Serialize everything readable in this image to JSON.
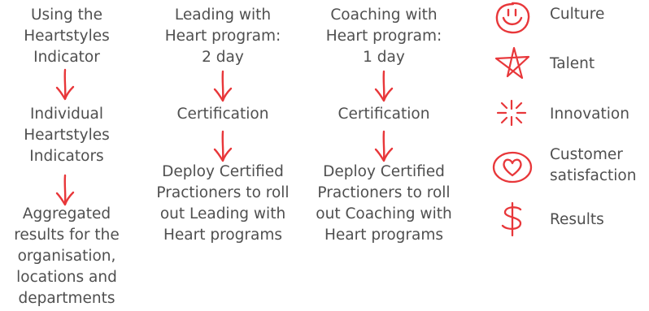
{
  "columns": [
    {
      "steps": [
        [
          "Using the",
          "Heartstyles",
          "Indicator"
        ],
        [
          "Individual",
          "Heartstyles",
          "Indicators"
        ],
        [
          "Aggregated",
          "results for the",
          "organisation,",
          "locations and",
          "departments"
        ]
      ]
    },
    {
      "steps": [
        [
          "Leading with",
          "Heart program:",
          "2 day"
        ],
        [
          "Certification"
        ],
        [
          "Deploy Certified",
          "Practioners to roll",
          "out Leading with",
          "Heart programs"
        ]
      ]
    },
    {
      "steps": [
        [
          "Coaching with",
          "Heart program:",
          "1 day"
        ],
        [
          "Certification"
        ],
        [
          "Deploy Certified",
          "Practioners to roll",
          "out Coaching with",
          "Heart programs"
        ]
      ]
    }
  ],
  "legend": [
    {
      "icon": "smiley-icon",
      "label": "Culture"
    },
    {
      "icon": "star-icon",
      "label": "Talent"
    },
    {
      "icon": "sparkle-icon",
      "label": "Innovation"
    },
    {
      "icon": "heart-icon",
      "label": "Customer\nsatisfaction"
    },
    {
      "icon": "dollar-icon",
      "label": "Results"
    }
  ],
  "colors": {
    "accent": "#e8373a",
    "text": "#4f4f4f"
  }
}
